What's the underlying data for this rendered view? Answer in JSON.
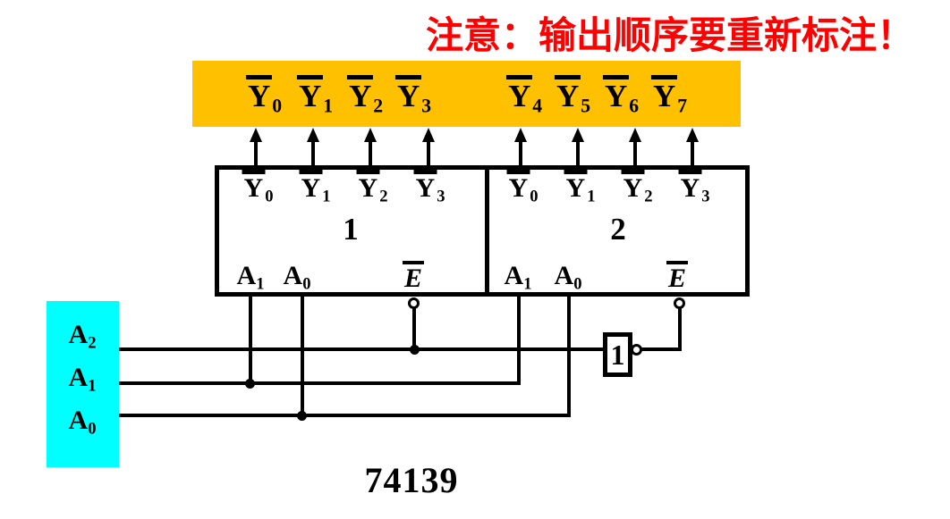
{
  "note": {
    "text": "注意：输出顺序要重新标注！"
  },
  "colors": {
    "note_text": "#FF0000",
    "banner_bg": "#FFC000",
    "input_box_bg": "#00FFFF",
    "line": "#000000"
  },
  "banner": {
    "labels": [
      {
        "base": "Y",
        "sub": "0"
      },
      {
        "base": "Y",
        "sub": "1"
      },
      {
        "base": "Y",
        "sub": "2"
      },
      {
        "base": "Y",
        "sub": "3"
      },
      {
        "base": "Y",
        "sub": "4"
      },
      {
        "base": "Y",
        "sub": "5"
      },
      {
        "base": "Y",
        "sub": "6"
      },
      {
        "base": "Y",
        "sub": "7"
      }
    ]
  },
  "decoders": [
    {
      "number": "1",
      "outputs": [
        {
          "base": "Y",
          "sub": "0"
        },
        {
          "base": "Y",
          "sub": "1"
        },
        {
          "base": "Y",
          "sub": "2"
        },
        {
          "base": "Y",
          "sub": "3"
        }
      ],
      "address_pins": [
        {
          "base": "A",
          "sub": "1"
        },
        {
          "base": "A",
          "sub": "0"
        }
      ],
      "enable_pin": {
        "base": "E"
      }
    },
    {
      "number": "2",
      "outputs": [
        {
          "base": "Y",
          "sub": "0"
        },
        {
          "base": "Y",
          "sub": "1"
        },
        {
          "base": "Y",
          "sub": "2"
        },
        {
          "base": "Y",
          "sub": "3"
        }
      ],
      "address_pins": [
        {
          "base": "A",
          "sub": "1"
        },
        {
          "base": "A",
          "sub": "0"
        }
      ],
      "enable_pin": {
        "base": "E"
      }
    }
  ],
  "inverter": {
    "label": "1"
  },
  "input_box": {
    "labels": [
      {
        "base": "A",
        "sub": "2"
      },
      {
        "base": "A",
        "sub": "1"
      },
      {
        "base": "A",
        "sub": "0"
      }
    ]
  },
  "chip": {
    "label": "74139"
  }
}
